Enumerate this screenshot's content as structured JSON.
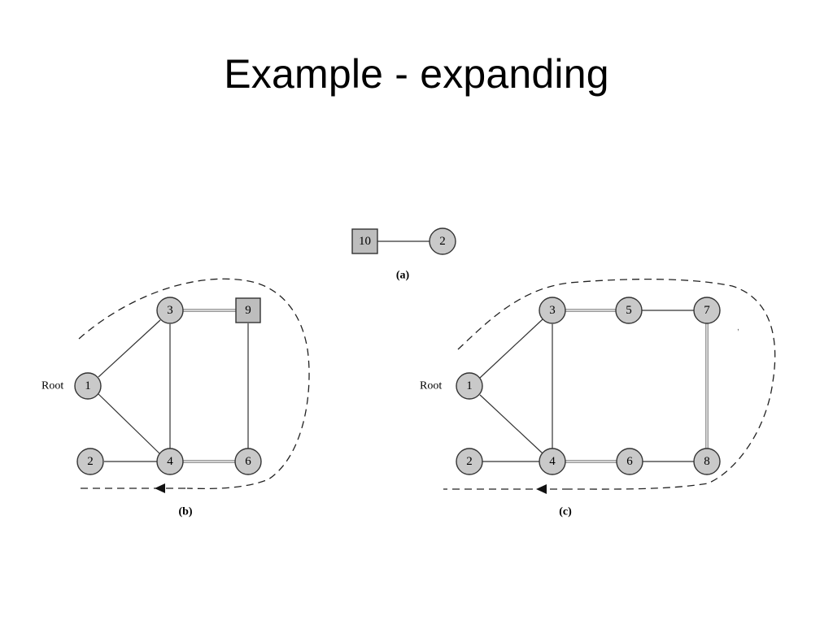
{
  "slide": {
    "title": "Example - expanding"
  },
  "figure_a": {
    "caption": "(a)",
    "nodes": [
      {
        "id": "10",
        "shape": "square"
      },
      {
        "id": "2",
        "shape": "circle"
      }
    ]
  },
  "figure_b": {
    "caption": "(b)",
    "root_label": "Root",
    "nodes": [
      {
        "id": "1",
        "shape": "circle"
      },
      {
        "id": "2",
        "shape": "circle"
      },
      {
        "id": "3",
        "shape": "circle"
      },
      {
        "id": "4",
        "shape": "circle"
      },
      {
        "id": "6",
        "shape": "circle"
      },
      {
        "id": "9",
        "shape": "square"
      }
    ]
  },
  "figure_c": {
    "caption": "(c)",
    "root_label": "Root",
    "nodes": [
      {
        "id": "1",
        "shape": "circle"
      },
      {
        "id": "2",
        "shape": "circle"
      },
      {
        "id": "3",
        "shape": "circle"
      },
      {
        "id": "4",
        "shape": "circle"
      },
      {
        "id": "5",
        "shape": "circle"
      },
      {
        "id": "6",
        "shape": "circle"
      },
      {
        "id": "7",
        "shape": "circle"
      },
      {
        "id": "8",
        "shape": "circle"
      }
    ]
  }
}
